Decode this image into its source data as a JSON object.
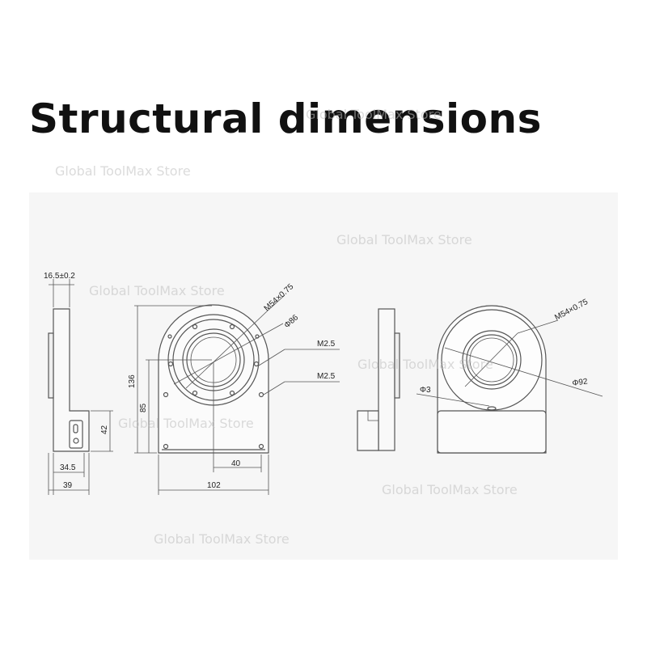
{
  "title": "Structural dimensions",
  "watermark": "Global ToolMax Store",
  "colors": {
    "line": "#555555",
    "panel": "#f6f6f6",
    "title": "#111111"
  },
  "dimensions": {
    "side_thickness": "16.5±0.2",
    "side_height_42": "42",
    "side_width_34_5": "34.5",
    "side_width_39": "39",
    "front_thread": "M54×0.75",
    "front_diameter": "Φ86",
    "front_screw_top": "M2.5",
    "front_screw_bottom": "M2.5",
    "front_height_136": "136",
    "front_height_85": "85",
    "front_width_40": "40",
    "front_width_102": "102",
    "iso_thread": "M54×0.75",
    "iso_diameter": "Φ92",
    "iso_hole": "Φ3"
  }
}
